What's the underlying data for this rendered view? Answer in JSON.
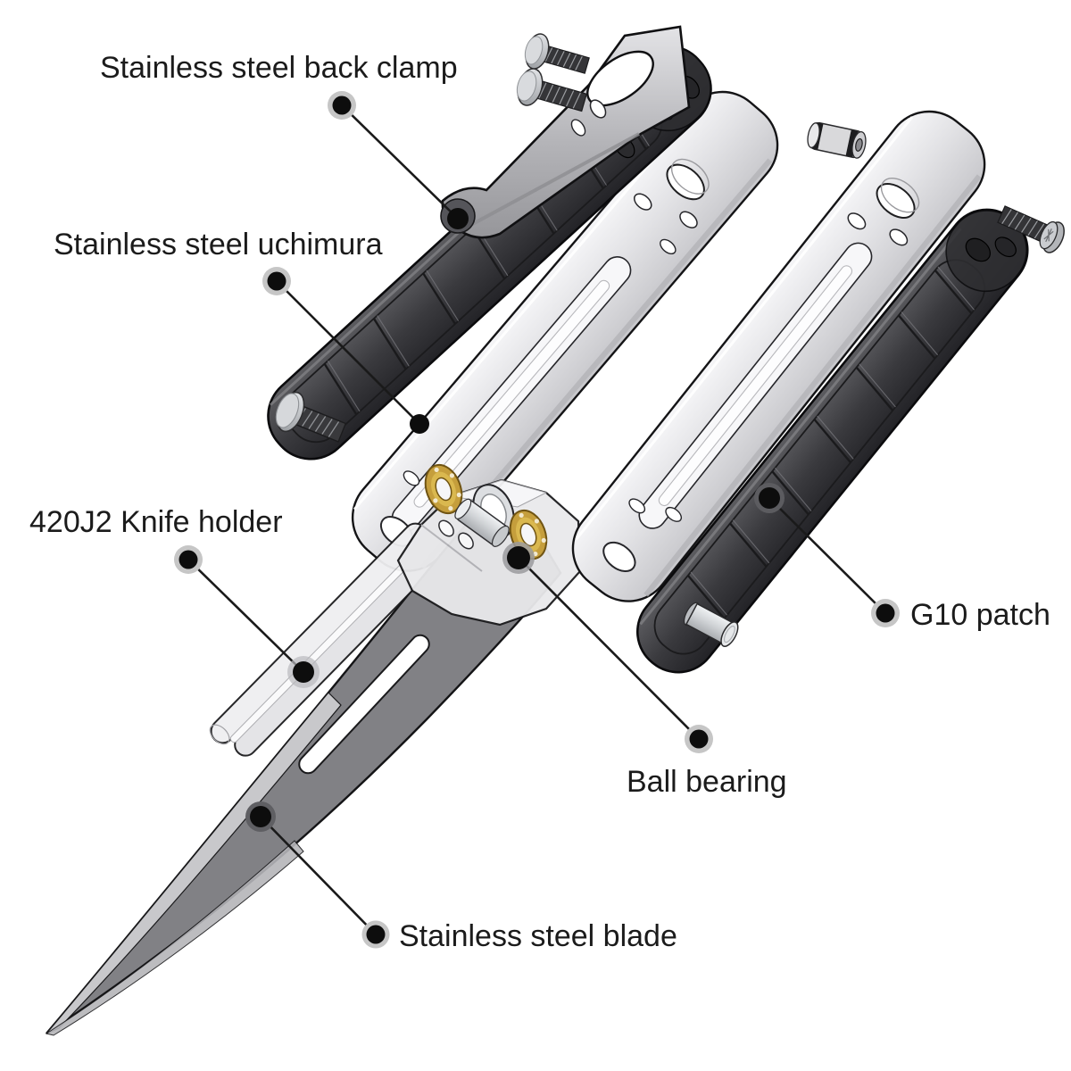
{
  "figure": {
    "type": "exploded-view-diagram",
    "subject": "Butterfly knife (balisong) exploded parts diagram",
    "background": "#ffffff"
  },
  "labels": {
    "back_clamp": {
      "text": "Stainless steel back clamp"
    },
    "uchimura": {
      "text": "Stainless steel uchimura"
    },
    "knife_holder": {
      "text": "420J2 Knife holder"
    },
    "g10_patch": {
      "text": "G10 patch"
    },
    "ball_bearing": {
      "text": "Ball bearing"
    },
    "blade": {
      "text": "Stainless steel blade"
    }
  },
  "parts": [
    "stainless-steel-back-clamp",
    "clamp-screws",
    "g10-handle-left",
    "handle-screw",
    "stainless-steel-uchimura-liner-left",
    "420j2-knife-holder",
    "ball-bearing-washers",
    "pivot-pin",
    "stainless-steel-blade",
    "stainless-steel-uchimura-liner-right",
    "g10-handle-right",
    "handle-pin",
    "handle-screw-right",
    "pivot-bushing"
  ],
  "colors": {
    "background": "#ffffff",
    "label_text": "#1b1b1b",
    "leader_line": "#1a1a1a",
    "dot": "#0d0d0d",
    "dot_halo": "#c6c6c6",
    "brass": "#c59e3c",
    "dark_handle": "#3a3a3e",
    "liner": "#e6e6e8",
    "blade": "#818185",
    "pin_silver": "#cfd2d5"
  }
}
